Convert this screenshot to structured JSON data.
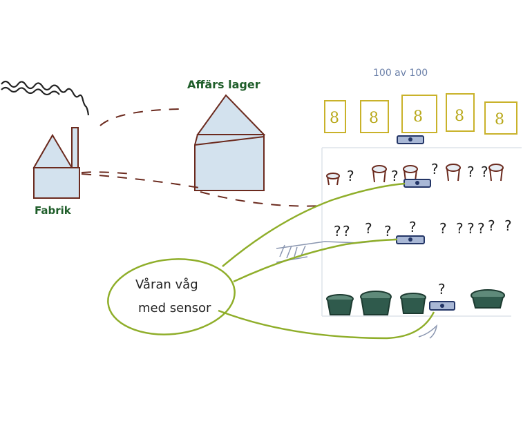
{
  "colors": {
    "outline": "#6b2a1e",
    "house_fill": "#d3e2ee",
    "green_label": "#1f5e2a",
    "yellow_box": "#c9b22a",
    "olive_line": "#8fae2a",
    "can_fill": "#2f5a4c",
    "camera": "#233566",
    "dash": "#6b2a1e"
  },
  "labels": {
    "factory": "Fabrik",
    "warehouse": "Affärs lager",
    "counter": "100 av 100",
    "bubble_line1": "Våran våg",
    "bubble_line2": "med sensor"
  },
  "icons": {
    "factory": "factory-icon",
    "warehouse": "warehouse-icon",
    "smoke": "smoke-icon",
    "camera": "camera-sensor-icon",
    "can": "can-icon"
  },
  "boxes": [
    "8",
    "8",
    "8",
    "8",
    "8"
  ],
  "row1": {
    "question_marks": [
      "?",
      "?",
      "?",
      "?",
      "?"
    ]
  },
  "row2": {
    "question_marks": [
      "?",
      "?",
      "?",
      "?",
      "?",
      "?",
      "?",
      "?",
      "?",
      "?",
      "?"
    ]
  },
  "row3": {
    "question_marks": [
      "?"
    ]
  }
}
